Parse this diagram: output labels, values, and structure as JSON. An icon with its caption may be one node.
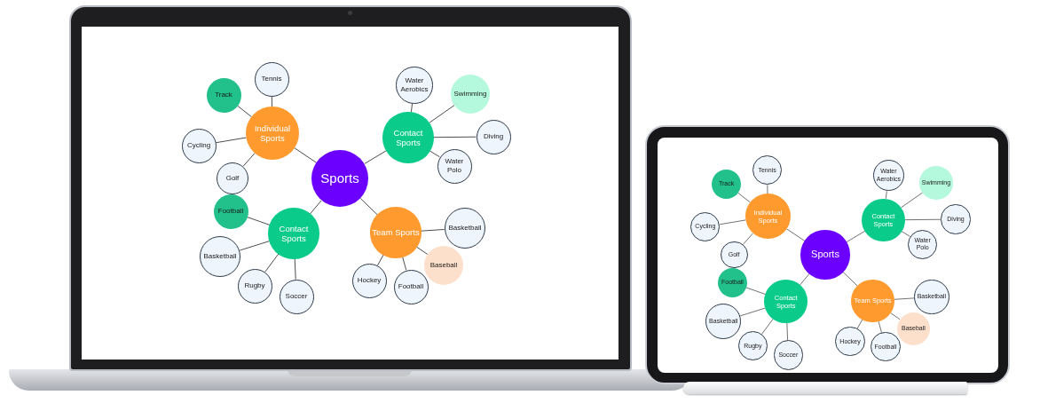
{
  "diagram": {
    "nodes": [
      {
        "text": [
          "Sports"
        ]
      },
      {
        "text": [
          "Individual Sports"
        ]
      },
      {
        "text": [
          "Track"
        ]
      },
      {
        "text": [
          "Tennis"
        ]
      },
      {
        "text": [
          "Cycling"
        ]
      },
      {
        "text": [
          "Golf"
        ]
      },
      {
        "text": [
          "Contact Sports"
        ]
      },
      {
        "text": [
          "Water Aerobics"
        ]
      },
      {
        "text": [
          "Swimming"
        ]
      },
      {
        "text": [
          "Diving"
        ]
      },
      {
        "text": [
          "Water Polo"
        ]
      },
      {
        "text": [
          "Contact Sports"
        ]
      },
      {
        "text": [
          "Football"
        ]
      },
      {
        "text": [
          "Basketball"
        ]
      },
      {
        "text": [
          "Rugby"
        ]
      },
      {
        "text": [
          "Soccer"
        ]
      },
      {
        "text": [
          "Team Sports"
        ]
      },
      {
        "text": [
          "Basketball"
        ]
      },
      {
        "text": [
          "Baseball"
        ]
      },
      {
        "text": [
          "Hockey"
        ]
      },
      {
        "text": [
          "Football"
        ]
      },
      {
        "text": [
          "Sports"
        ]
      },
      {
        "text": [
          "Individual Sports"
        ]
      },
      {
        "text": [
          "Track"
        ]
      },
      {
        "text": [
          "Tennis"
        ]
      },
      {
        "text": [
          "Cycling"
        ]
      },
      {
        "text": [
          "Golf"
        ]
      },
      {
        "text": [
          "Contact Sports"
        ]
      },
      {
        "text": [
          "Water Aerobics"
        ]
      },
      {
        "text": [
          "Swimming"
        ]
      },
      {
        "text": [
          "Diving"
        ]
      },
      {
        "text": [
          "Water Polo"
        ]
      },
      {
        "text": [
          "Contact Sports"
        ]
      },
      {
        "text": [
          "Football"
        ]
      },
      {
        "text": [
          "Basketball"
        ]
      },
      {
        "text": [
          "Rugby"
        ]
      },
      {
        "text": [
          "Soccer"
        ]
      },
      {
        "text": [
          "Team Sports"
        ]
      },
      {
        "text": [
          "Basketball"
        ]
      },
      {
        "text": [
          "Baseball"
        ]
      },
      {
        "text": [
          "Hockey"
        ]
      },
      {
        "text": [
          "Football"
        ]
      }
    ],
    "edges": [
      {
        "from": 0,
        "to": 1,
        "arrow": "none"
      },
      {
        "from": 1,
        "to": 2,
        "arrow": "none"
      },
      {
        "from": 1,
        "to": 3,
        "arrow": "none"
      },
      {
        "from": 1,
        "to": 4,
        "arrow": "none"
      },
      {
        "from": 1,
        "to": 5,
        "arrow": "none"
      },
      {
        "from": 0,
        "to": 6,
        "arrow": "none"
      },
      {
        "from": 6,
        "to": 7,
        "arrow": "none"
      },
      {
        "from": 6,
        "to": 8,
        "arrow": "none"
      },
      {
        "from": 6,
        "to": 9,
        "arrow": "none"
      },
      {
        "from": 6,
        "to": 10,
        "arrow": "none"
      },
      {
        "from": 0,
        "to": 11,
        "arrow": "none"
      },
      {
        "from": 11,
        "to": 12,
        "arrow": "none"
      },
      {
        "from": 11,
        "to": 13,
        "arrow": "none"
      },
      {
        "from": 11,
        "to": 14,
        "arrow": "none"
      },
      {
        "from": 11,
        "to": 15,
        "arrow": "none"
      },
      {
        "from": 0,
        "to": 16,
        "arrow": "none"
      },
      {
        "from": 16,
        "to": 17,
        "arrow": "none"
      },
      {
        "from": 16,
        "to": 18,
        "arrow": "none"
      },
      {
        "from": 16,
        "to": 19,
        "arrow": "none"
      },
      {
        "from": 16,
        "to": 20,
        "arrow": "none"
      },
      {
        "from": 21,
        "to": 22,
        "arrow": "none"
      },
      {
        "from": 22,
        "to": 23,
        "arrow": "none"
      },
      {
        "from": 22,
        "to": 24,
        "arrow": "none"
      },
      {
        "from": 22,
        "to": 25,
        "arrow": "none"
      },
      {
        "from": 22,
        "to": 26,
        "arrow": "none"
      },
      {
        "from": 21,
        "to": 27,
        "arrow": "none"
      },
      {
        "from": 27,
        "to": 28,
        "arrow": "none"
      },
      {
        "from": 27,
        "to": 29,
        "arrow": "none"
      },
      {
        "from": 27,
        "to": 30,
        "arrow": "none"
      },
      {
        "from": 27,
        "to": 31,
        "arrow": "none"
      },
      {
        "from": 21,
        "to": 32,
        "arrow": "none"
      },
      {
        "from": 32,
        "to": 33,
        "arrow": "none"
      },
      {
        "from": 32,
        "to": 34,
        "arrow": "none"
      },
      {
        "from": 32,
        "to": 35,
        "arrow": "none"
      },
      {
        "from": 32,
        "to": 36,
        "arrow": "none"
      },
      {
        "from": 21,
        "to": 37,
        "arrow": "none"
      },
      {
        "from": 37,
        "to": 38,
        "arrow": "none"
      },
      {
        "from": 37,
        "to": 39,
        "arrow": "none"
      },
      {
        "from": 37,
        "to": 40,
        "arrow": "none"
      },
      {
        "from": 37,
        "to": 41,
        "arrow": "none"
      }
    ]
  }
}
